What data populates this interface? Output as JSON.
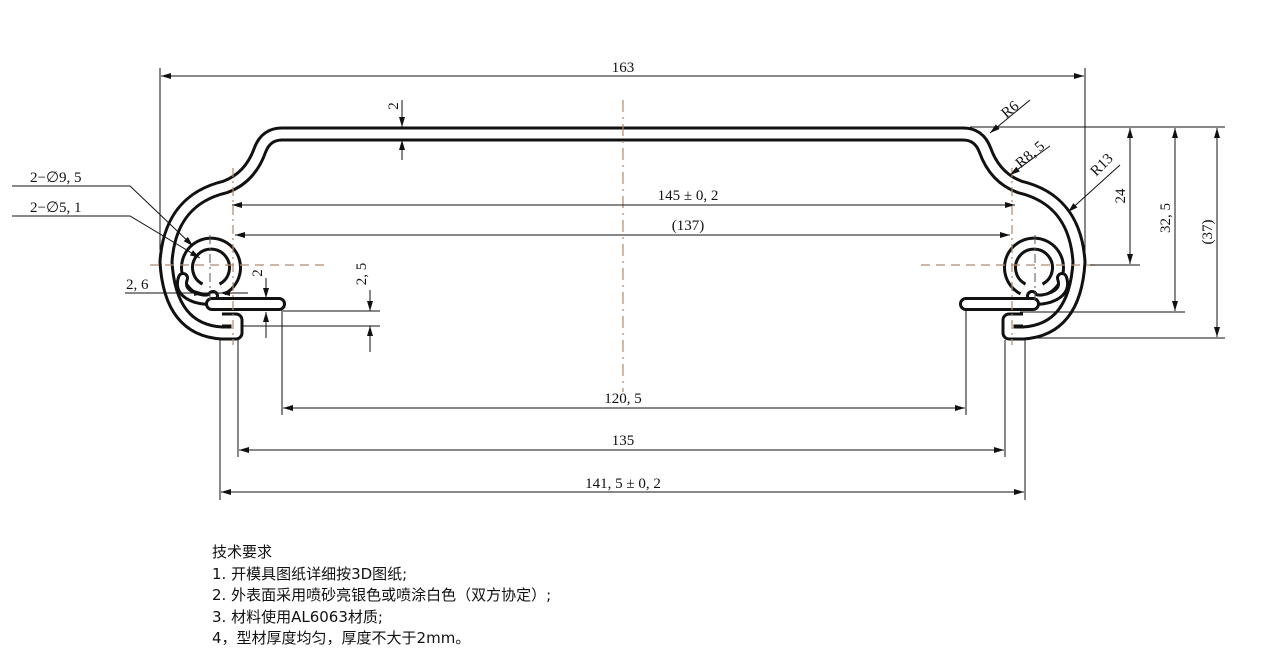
{
  "dimensions": {
    "overall_width": "163",
    "top_thickness": "2",
    "width_145": "145 ± 0, 2",
    "width_137": "(137)",
    "opening_120": "120, 5",
    "width_135": "135",
    "width_141": "141, 5 ± 0, 2",
    "r6": "R6",
    "r8": "R8, 5",
    "r13": "R13",
    "h24": "24",
    "h32": "32, 5",
    "h37": "(37)",
    "hole_outer": "2−∅9, 5",
    "hole_inner": "2−∅5, 1",
    "slot_26": "2, 6",
    "lip_2": "2",
    "gap_25": "2, 5"
  },
  "notes": {
    "title": "技术要求",
    "items": [
      "1. 开模具图纸详细按3D图纸;",
      "2. 外表面采用喷砂亮银色或喷涂白色（双方协定）;",
      "3. 材料使用AL6063材质;",
      "4，型材厚度均匀，厚度不大于2mm。"
    ]
  },
  "colors": {
    "line": "#111111",
    "centerline": "#b08a6a"
  }
}
